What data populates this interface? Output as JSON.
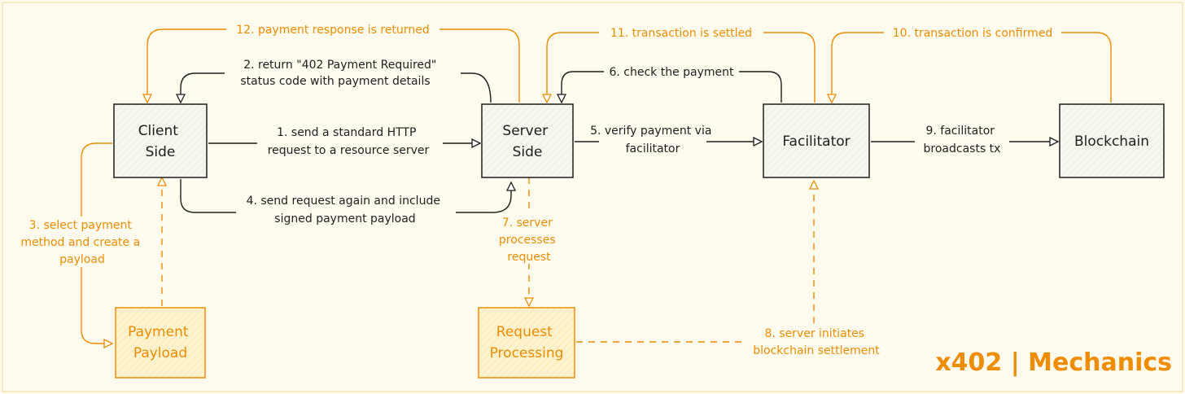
{
  "colors": {
    "background": "#fffcef",
    "frame": "#f3e6b4",
    "black_stroke": "#1e1e1e",
    "orange": "#f08c00",
    "box_fill": "#f7f7ef",
    "orange_box_fill": "#fff3cf"
  },
  "nodes": {
    "client": [
      "Client",
      "Side"
    ],
    "server": [
      "Server",
      "Side"
    ],
    "facilitator": [
      "Facilitator"
    ],
    "blockchain": [
      "Blockchain"
    ],
    "payment_payload": [
      "Payment",
      "Payload"
    ],
    "request_processing": [
      "Request",
      "Processing"
    ]
  },
  "edges": {
    "e1": [
      "1. send a standard HTTP",
      "request to a resource server"
    ],
    "e2": [
      "2. return \"402 Payment Required\"",
      "status code with payment details"
    ],
    "e3": [
      "3. select payment",
      "method and create a",
      "payload"
    ],
    "e4": [
      "4. send request again and include",
      "signed payment payload"
    ],
    "e5": [
      "5. verify payment via",
      "facilitator"
    ],
    "e6": [
      "6. check the payment"
    ],
    "e7": [
      "7. server",
      "processes",
      "request"
    ],
    "e8": [
      "8. server initiates",
      "blockchain settlement"
    ],
    "e9": [
      "9. facilitator",
      "broadcasts tx"
    ],
    "e10": [
      "10. transaction is confirmed"
    ],
    "e11": [
      "11. transaction is settled"
    ],
    "e12": [
      "12. payment response is returned"
    ]
  },
  "title": "x402 | Mechanics"
}
